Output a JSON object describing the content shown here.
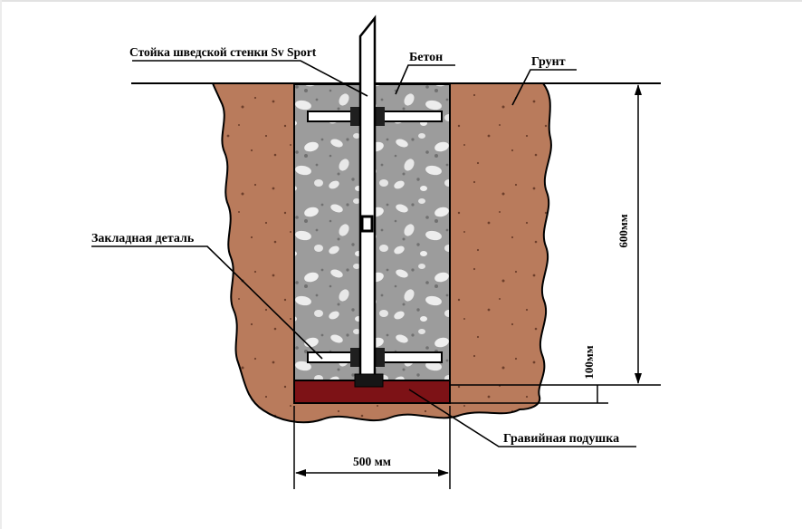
{
  "diagram": {
    "labels": {
      "post": "Стойка шведской стенки Sv Sport",
      "concrete": "Бетон",
      "soil": "Грунт",
      "embedded_part": "Закладная деталь",
      "gravel_pad": "Гравийная подушка"
    },
    "dimensions": {
      "depth": "600мм",
      "pad_thickness": "100мм",
      "pit_width": "500 мм"
    },
    "colors": {
      "soil": "#b97b5c",
      "soil_speckle": "#6e3f2b",
      "concrete": "#9c9c9c",
      "concrete_light": "#ececec",
      "concrete_dark": "#707070",
      "gravel": "#7d1216",
      "steel_fill": "#ffffff",
      "outline": "#000000"
    }
  }
}
